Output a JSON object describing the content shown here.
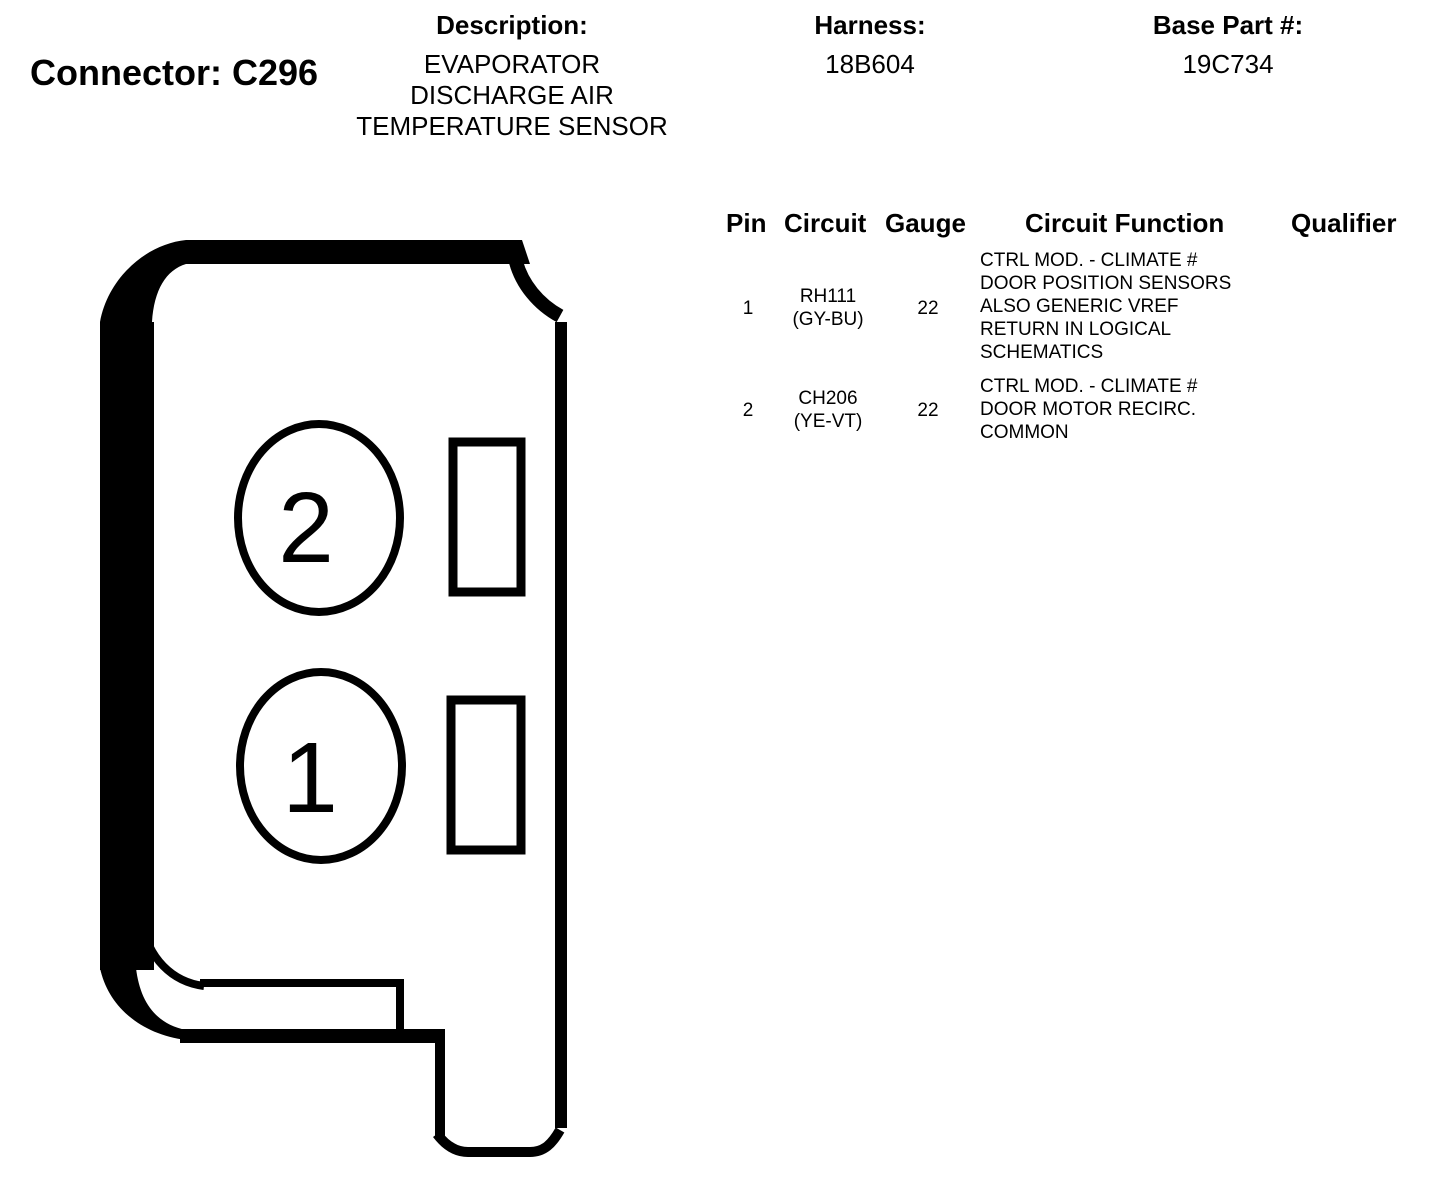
{
  "connector": {
    "label": "Connector: C296"
  },
  "description": {
    "header": "Description:",
    "lines": [
      "EVAPORATOR",
      "DISCHARGE AIR",
      "TEMPERATURE SENSOR"
    ]
  },
  "harness": {
    "header": "Harness:",
    "value": "18B604"
  },
  "base_part": {
    "header": "Base Part #:",
    "value": "19C734"
  },
  "table": {
    "headers": {
      "pin": "Pin",
      "circuit": "Circuit",
      "gauge": "Gauge",
      "function": "Circuit Function",
      "qualifier": "Qualifier"
    },
    "rows": [
      {
        "pin": "1",
        "circuit": "RH111",
        "color": "(GY-BU)",
        "gauge": "22",
        "function": [
          "CTRL MOD. - CLIMATE #",
          "DOOR POSITION SENSORS",
          "ALSO GENERIC VREF",
          "RETURN IN LOGICAL",
          "SCHEMATICS"
        ]
      },
      {
        "pin": "2",
        "circuit": "CH206",
        "color": "(YE-VT)",
        "gauge": "22",
        "function": [
          "CTRL MOD. - CLIMATE #",
          "DOOR MOTOR RECIRC.",
          "COMMON"
        ]
      }
    ]
  },
  "diagram": {
    "pin_labels": [
      "1",
      "2"
    ]
  }
}
